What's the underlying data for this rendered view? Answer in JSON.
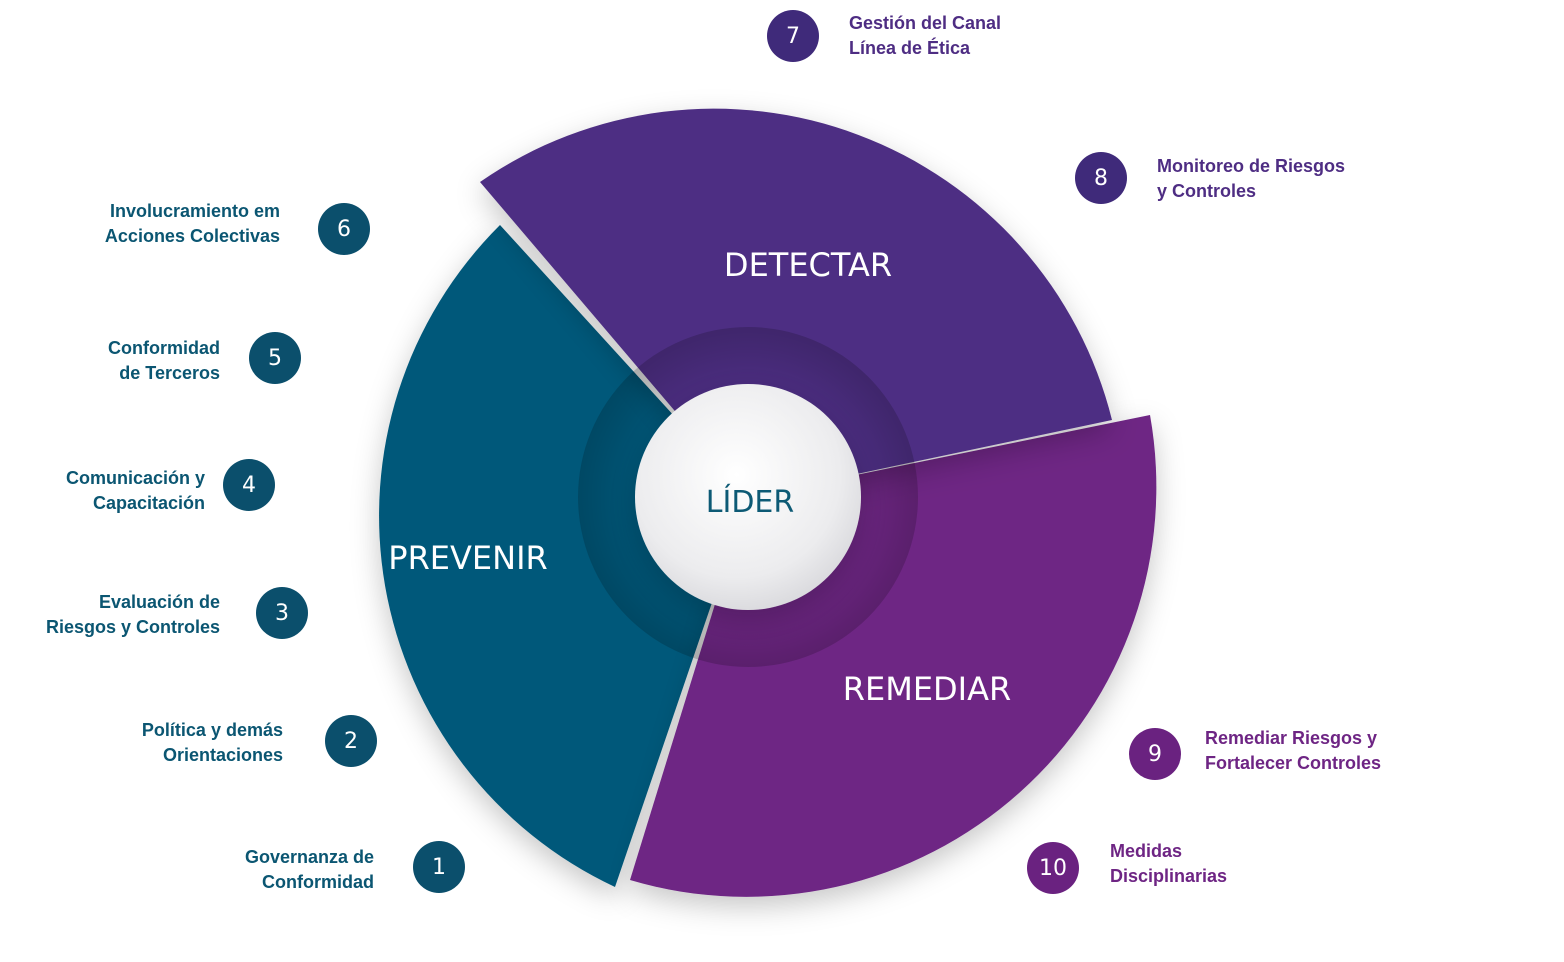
{
  "center": {
    "label": "LÍDER"
  },
  "segments": {
    "detectar": {
      "label": "DETECTAR",
      "color": "#4e2d83"
    },
    "prevenir": {
      "label": "PREVENIR",
      "color": "#05587a"
    },
    "remediar": {
      "label": "REMEDIAR",
      "color": "#6e2584"
    }
  },
  "items": [
    {
      "num": "1",
      "line1": "Governanza de",
      "line2": "Conformidad",
      "group": "prevenir"
    },
    {
      "num": "2",
      "line1": "Política y demás",
      "line2": "Orientaciones",
      "group": "prevenir"
    },
    {
      "num": "3",
      "line1": "Evaluación de",
      "line2": "Riesgos y Controles",
      "group": "prevenir"
    },
    {
      "num": "4",
      "line1": "Comunicación y",
      "line2": "Capacitación",
      "group": "prevenir"
    },
    {
      "num": "5",
      "line1": "Conformidad",
      "line2": "de Terceros",
      "group": "prevenir"
    },
    {
      "num": "6",
      "line1": "Involucramiento em",
      "line2": "Acciones Colectivas",
      "group": "prevenir"
    },
    {
      "num": "7",
      "line1": "Gestión del Canal",
      "line2": "Línea de Ética",
      "group": "detectar"
    },
    {
      "num": "8",
      "line1": "Monitoreo de Riesgos",
      "line2": "y Controles",
      "group": "detectar"
    },
    {
      "num": "9",
      "line1": "Remediar Riesgos y",
      "line2": "Fortalecer Controles",
      "group": "remediar"
    },
    {
      "num": "10",
      "line1": "Medidas",
      "line2": "Disciplinarias",
      "group": "remediar"
    }
  ],
  "colors": {
    "prevenir_badge": "#0b4f6c",
    "detectar_badge": "#3f2a7a",
    "remediar_badge": "#6a2280",
    "prevenir_text": "#0b5672",
    "detectar_text": "#4e2d83",
    "remediar_text": "#6e2584"
  }
}
